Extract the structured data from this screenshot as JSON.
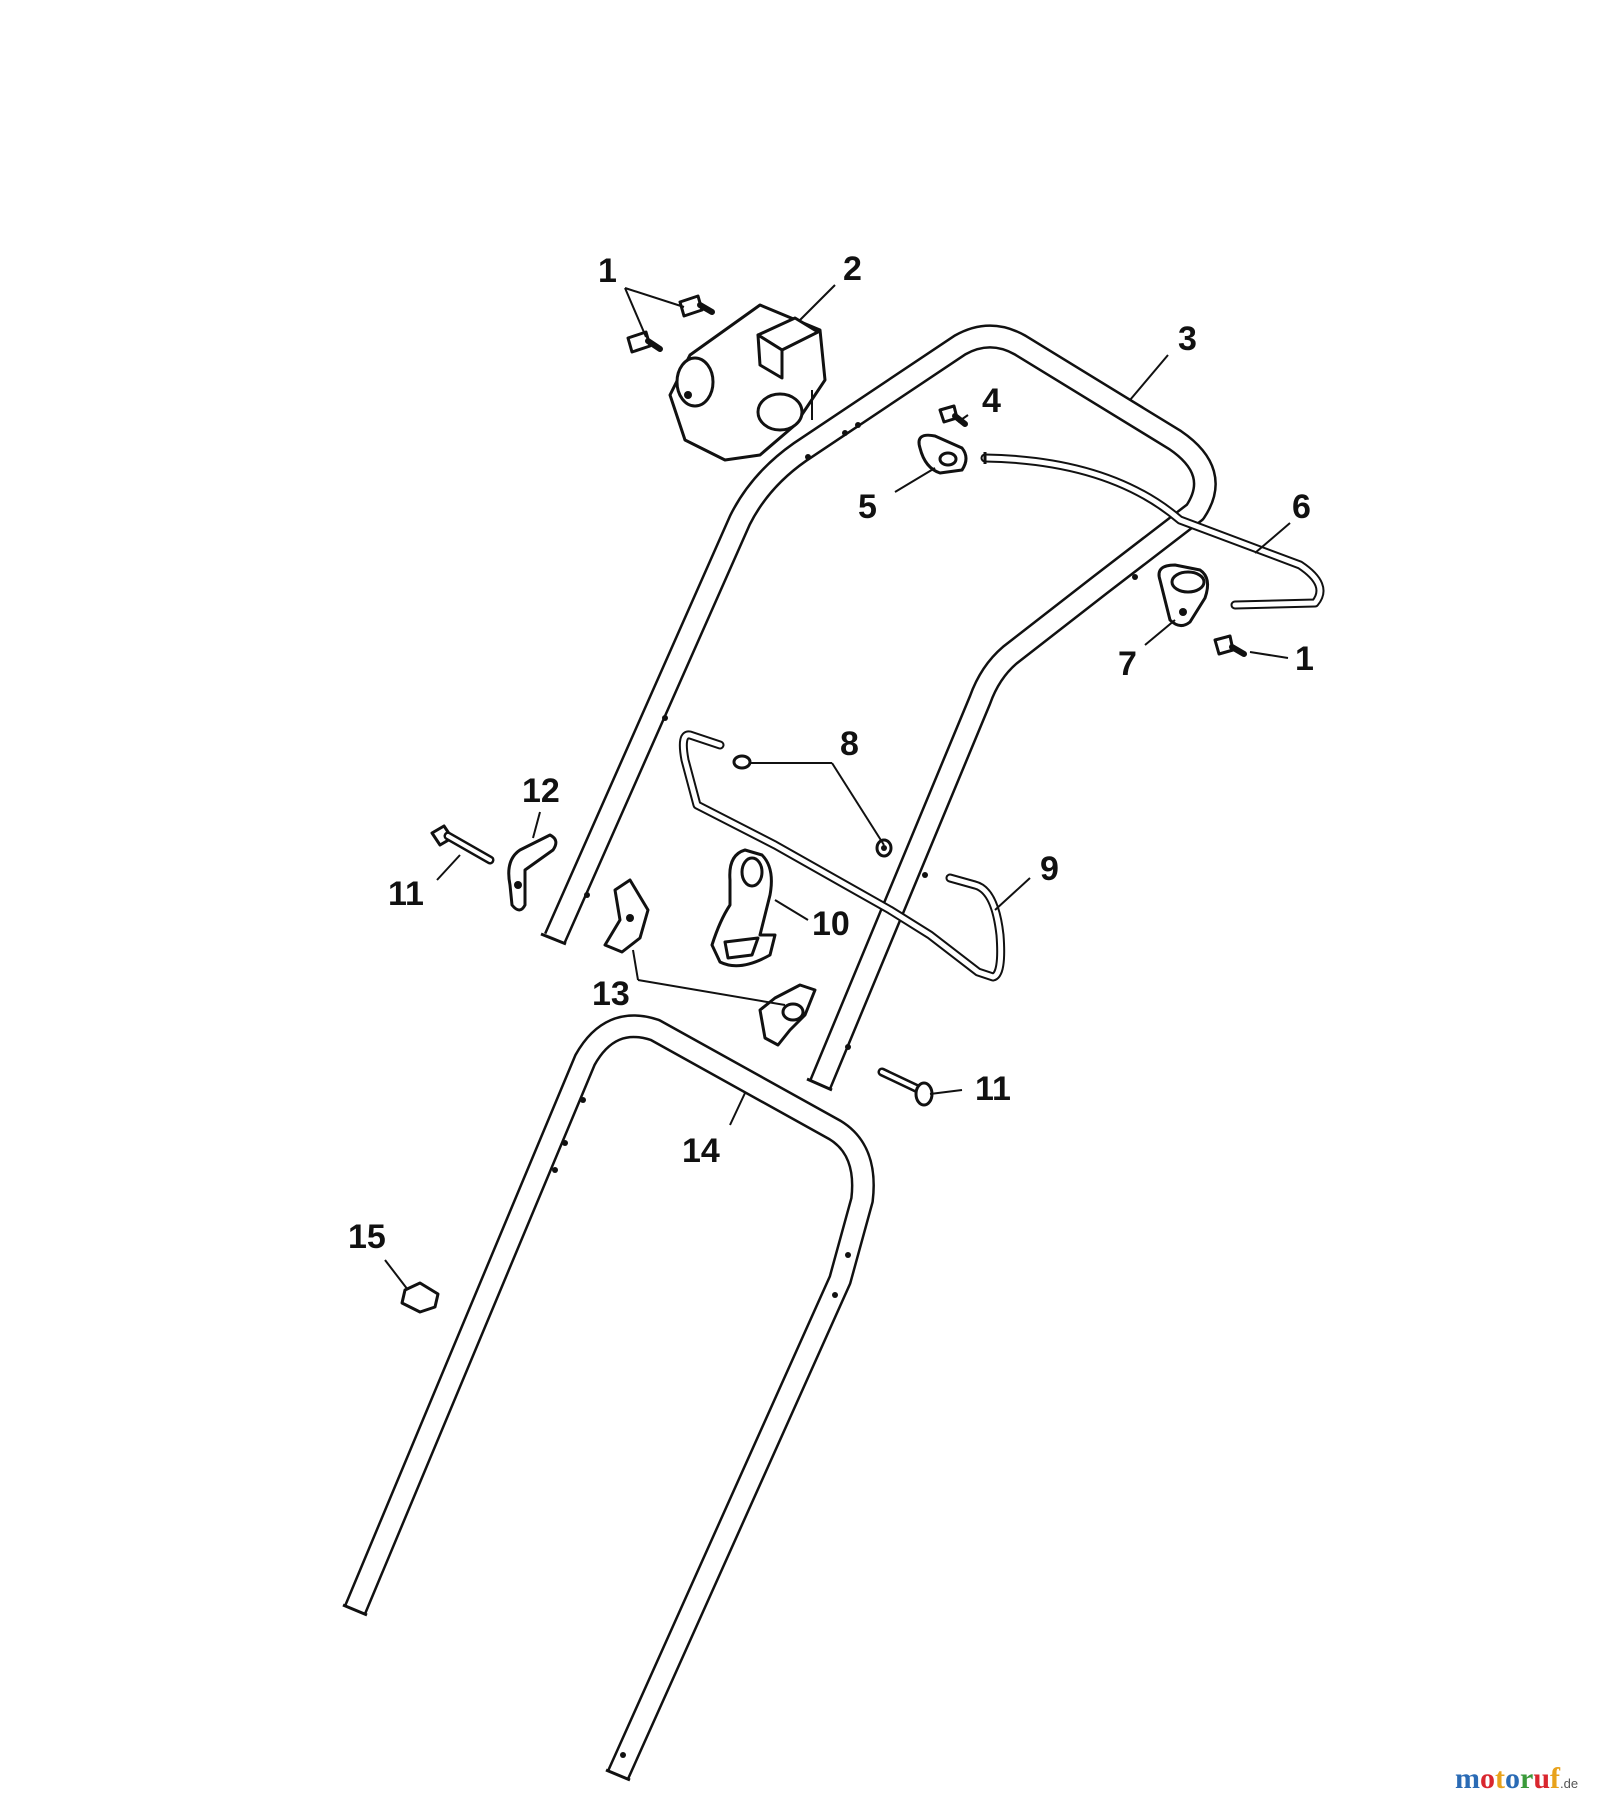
{
  "callouts": {
    "c1a": "1",
    "c2": "2",
    "c3": "3",
    "c4": "4",
    "c5": "5",
    "c6": "6",
    "c7": "7",
    "c1b": "1",
    "c8": "8",
    "c12": "12",
    "c9": "9",
    "c11a": "11",
    "c10": "10",
    "c13": "13",
    "c11b": "11",
    "c14": "14",
    "c15": "15"
  },
  "watermark": {
    "letters": [
      "m",
      "o",
      "t",
      "o",
      "r",
      "u",
      "f"
    ],
    "colors": [
      "#2a6bb5",
      "#d9262e",
      "#e8a21b",
      "#2a6bb5",
      "#3a9a3a",
      "#d9262e",
      "#e8a21b"
    ],
    "suffix": ".de"
  }
}
